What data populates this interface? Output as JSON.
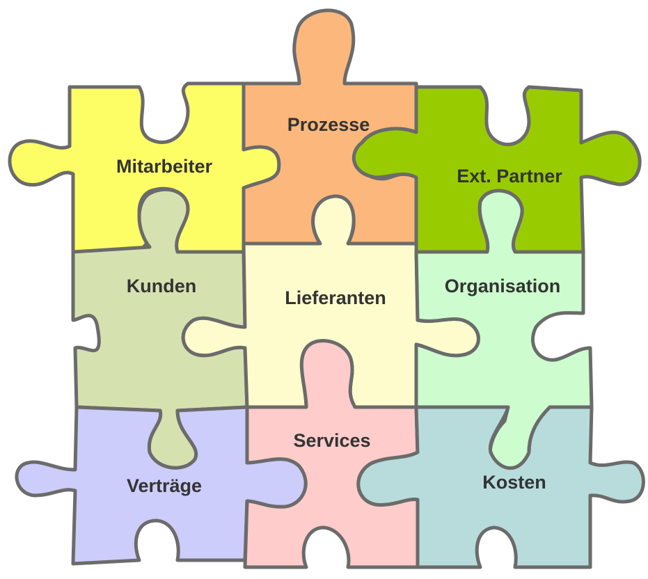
{
  "pieces": [
    {
      "id": "prozesse",
      "label": "Prozesse",
      "color": "#fcb87c"
    },
    {
      "id": "mitarbeiter",
      "label": "Mitarbeiter",
      "color": "#fdfd66"
    },
    {
      "id": "ext-partner",
      "label": "Ext. Partner",
      "color": "#99cc00"
    },
    {
      "id": "kunden",
      "label": "Kunden",
      "color": "#d6e1b0"
    },
    {
      "id": "lieferanten",
      "label": "Lieferanten",
      "color": "#fefccd"
    },
    {
      "id": "organisation",
      "label": "Organisation",
      "color": "#cdfcce"
    },
    {
      "id": "vertraege",
      "label": "Verträge",
      "color": "#cdcdfc"
    },
    {
      "id": "services",
      "label": "Services",
      "color": "#fdcccb"
    },
    {
      "id": "kosten",
      "label": "Kosten",
      "color": "#b8dcdc"
    }
  ]
}
